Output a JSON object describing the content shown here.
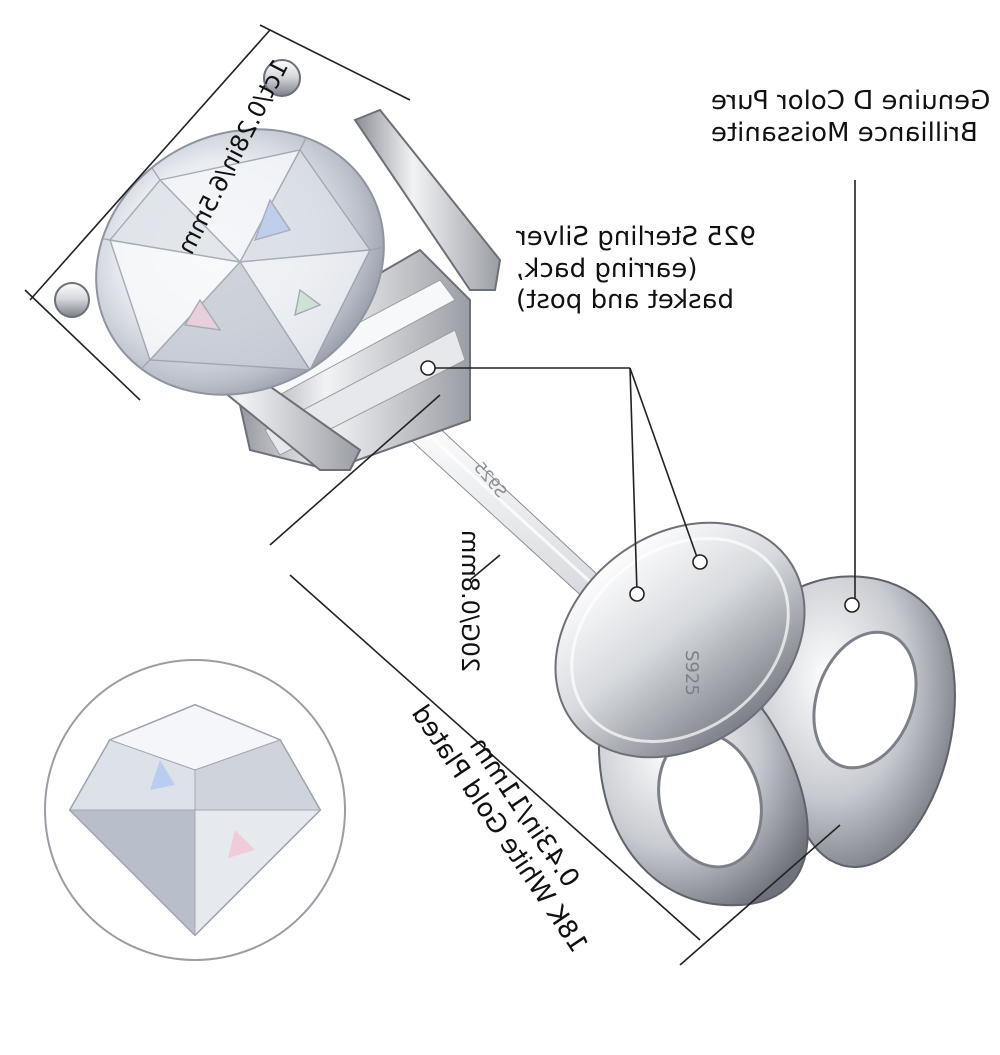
{
  "callouts": {
    "moissanite": [
      "Genuine D Color Pure",
      "Brilliance Moissanite"
    ],
    "silver": [
      "925 Sterling Silver",
      "(earring back,",
      "basket and post)"
    ]
  },
  "dimensions": {
    "stone": "1ct/0.28in/6.5mm",
    "gauge": "20G/0.8mm",
    "length": "0.43in/11mm",
    "plating": "18K White Gold Plated"
  },
  "stamps": {
    "post": "S925",
    "back": "S925"
  },
  "colors": {
    "metal_light": "#f4f5f7",
    "metal_mid": "#c9ccd2",
    "metal_dark": "#6d7078",
    "line": "#222222",
    "background": "#ffffff"
  }
}
